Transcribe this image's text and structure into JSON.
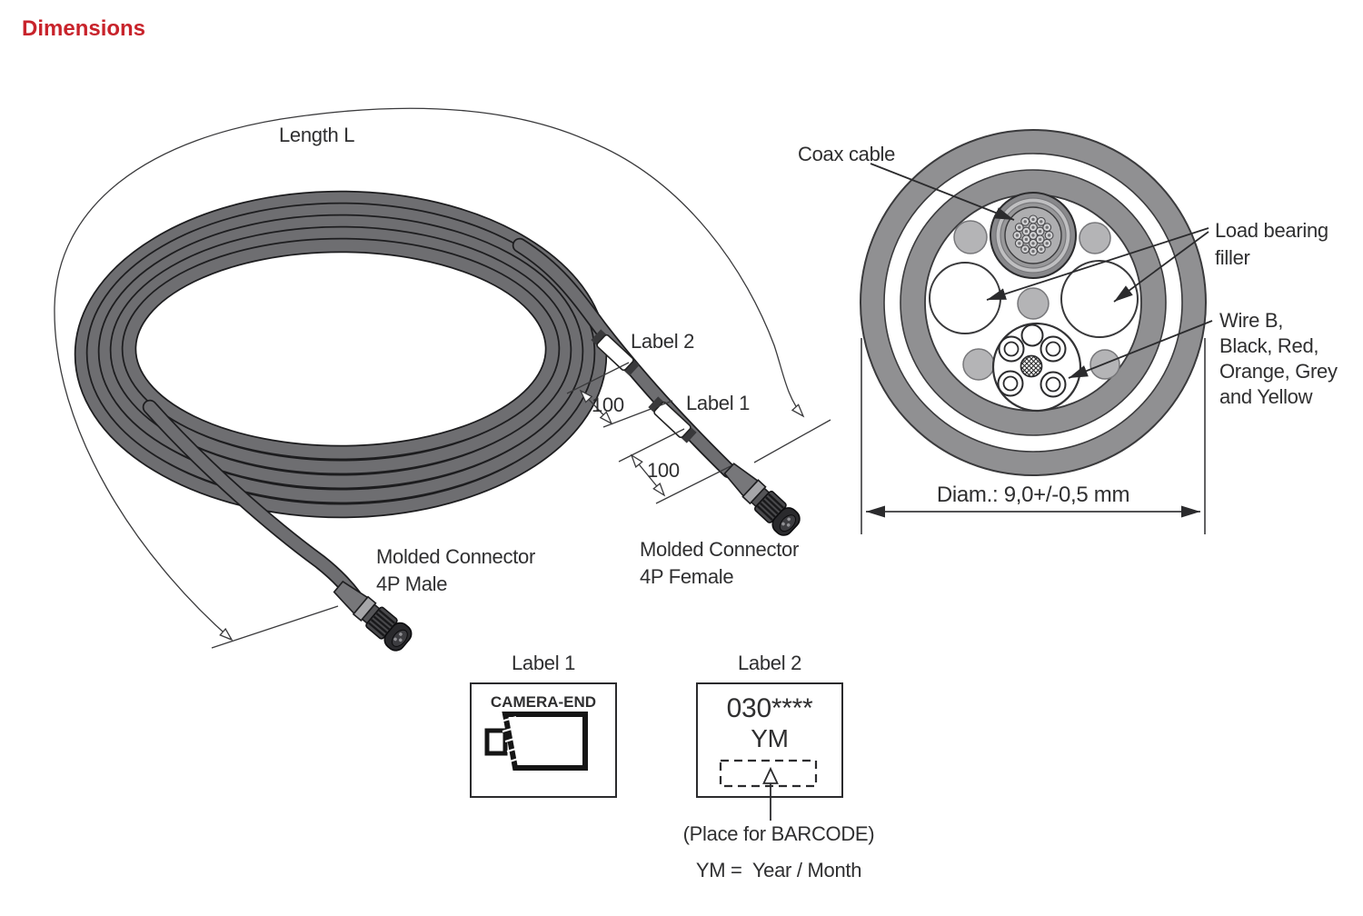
{
  "header": {
    "title": "Dimensions"
  },
  "colors": {
    "accent": "#C8232B",
    "cable_gray": "#6E6E71",
    "jacket_gray": "#909092",
    "line_dark": "#3A3A3C"
  },
  "cable": {
    "length_label": "Length L",
    "label2_tag": "Label 2",
    "label1_tag": "Label 1",
    "dim1": "100",
    "dim2": "100",
    "male_connector": {
      "line1": "Molded Connector",
      "line2": "4P Male"
    },
    "female_connector": {
      "line1": "Molded Connector",
      "line2": "4P Female"
    }
  },
  "cross_section": {
    "coax_label": "Coax cable",
    "filler_label": {
      "line1": "Load bearing",
      "line2": "filler"
    },
    "wire_label": {
      "line1": "Wire B,",
      "line2": "Black, Red,",
      "line3": "Orange, Grey",
      "line4": "and Yellow"
    },
    "diameter": "Diam.: 9,0+/-0,5 mm"
  },
  "labels": {
    "label1_title": "Label 1",
    "label1_text": "CAMERA-END",
    "label2_title": "Label 2",
    "label2_code": "030****",
    "label2_ym": "YM",
    "barcode_note": "(Place for BARCODE)",
    "ym_note": "YM =  Year / Month"
  }
}
